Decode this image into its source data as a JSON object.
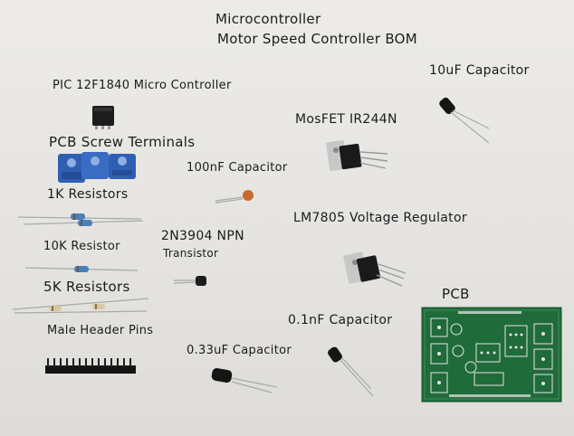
{
  "title": {
    "line1": "Microcontroller",
    "line2": "Motor Speed Controller BOM"
  },
  "labels": {
    "pic": "PIC 12F1840 Micro Controller",
    "pcb_terminals": "PCB Screw Terminals",
    "r1k": "1K Resistors",
    "r10k": "10K Resistor",
    "r5k": "5K Resistors",
    "header": "Male Header Pins",
    "cap100nf": "100nF Capacitor",
    "npn_line1": "2N3904 NPN",
    "npn_line2": "Transistor",
    "cap033": "0.33uF Capacitor",
    "mosfet": "MosFET IR244N",
    "reg": "LM7805 Voltage Regulator",
    "cap01": "0.1nF Capacitor",
    "cap10": "10uF Capacitor",
    "pcb": "PCB"
  },
  "colors": {
    "background": "#e9e7e4",
    "pcb_green": "#1f6b3a",
    "terminal_blue": "#2f5fb3",
    "ink": "#1b1b1b"
  }
}
